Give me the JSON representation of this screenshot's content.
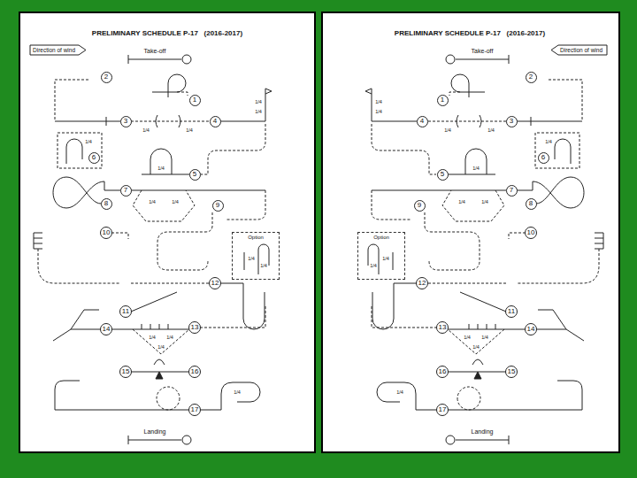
{
  "diagram": {
    "title": "PRELIMINARY SCHEDULE P-17   (2016-2017)",
    "nodes": [
      {
        "text": [
          "Direction of wind"
        ]
      },
      {
        "text": [
          "2"
        ]
      },
      {
        "text": [
          "1"
        ]
      },
      {
        "text": [
          "3"
        ]
      },
      {
        "text": [
          "4"
        ]
      },
      {
        "text": [
          "6"
        ]
      },
      {
        "text": [
          "5"
        ]
      },
      {
        "text": [
          "7"
        ]
      },
      {
        "text": [
          "8"
        ]
      },
      {
        "text": [
          "9"
        ]
      },
      {
        "text": [
          "10"
        ]
      },
      {
        "text": [
          "Option"
        ]
      },
      {
        "text": [
          "12"
        ]
      },
      {
        "text": [
          "11"
        ]
      },
      {
        "text": [
          "13"
        ]
      },
      {
        "text": [
          "14"
        ]
      },
      {
        "text": [
          "15"
        ]
      },
      {
        "text": [
          "16"
        ]
      },
      {
        "text": [
          "17"
        ]
      },
      {
        "text": [
          "Direction of wind"
        ]
      },
      {
        "text": [
          "2"
        ]
      },
      {
        "text": [
          "1"
        ]
      },
      {
        "text": [
          "3"
        ]
      },
      {
        "text": [
          "4"
        ]
      },
      {
        "text": [
          "6"
        ]
      },
      {
        "text": [
          "5"
        ]
      },
      {
        "text": [
          "7"
        ]
      },
      {
        "text": [
          "8"
        ]
      },
      {
        "text": [
          "9"
        ]
      },
      {
        "text": [
          "10"
        ]
      },
      {
        "text": [
          "Option"
        ]
      },
      {
        "text": [
          "12"
        ]
      },
      {
        "text": [
          "11"
        ]
      },
      {
        "text": [
          "13"
        ]
      },
      {
        "text": [
          "14"
        ]
      },
      {
        "text": [
          "15"
        ]
      },
      {
        "text": [
          "16"
        ]
      },
      {
        "text": [
          "17"
        ]
      }
    ],
    "labels": [
      "Take-off",
      "Landing",
      "1/4",
      "1/4",
      "1/4",
      "1/4",
      "1/4",
      "1/4",
      "1/4",
      "1/4",
      "1/4",
      "1/4",
      "1/4",
      "1/4",
      "1/4",
      "1/4",
      "PRELIMINARY SCHEDULE P-17   (2016-2017)",
      "Take-off",
      "Landing",
      "1/4",
      "1/4",
      "1/4",
      "1/4",
      "1/4",
      "1/4",
      "1/4",
      "1/4",
      "1/4",
      "1/4",
      "1/4",
      "1/4",
      "1/4",
      "1/4"
    ]
  }
}
